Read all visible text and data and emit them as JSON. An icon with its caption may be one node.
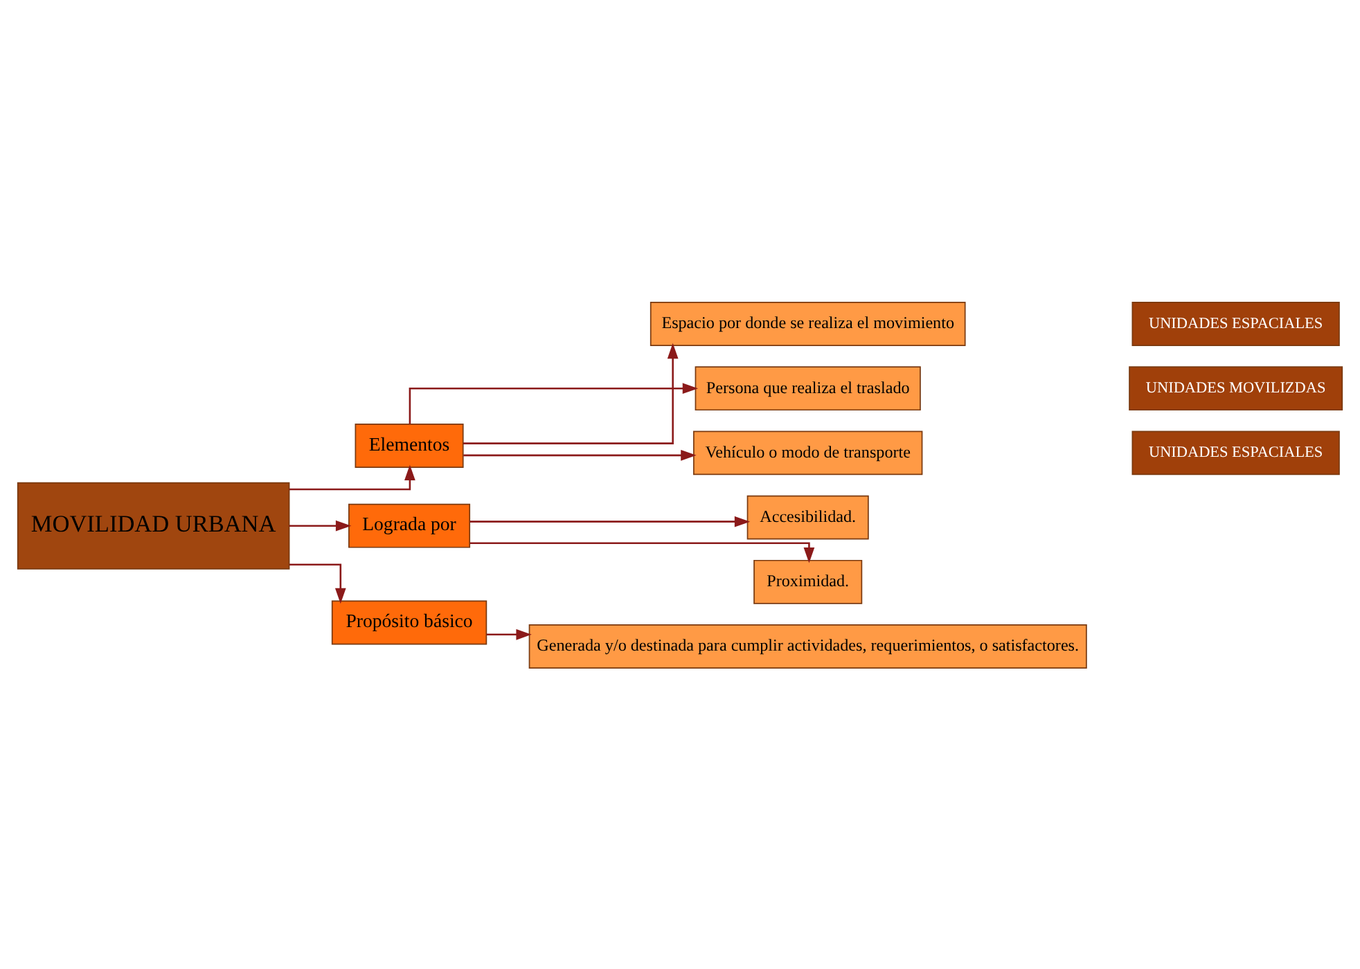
{
  "diagram": {
    "nodes": [
      {
        "text": [
          "MOVILIDAD URBANA"
        ]
      },
      {
        "text": [
          "Elementos"
        ]
      },
      {
        "text": [
          "Lograda por"
        ]
      },
      {
        "text": [
          "Propósito básico"
        ]
      },
      {
        "text": [
          "Espacio por donde se realiza el movimiento"
        ]
      },
      {
        "text": [
          "UNIDADES ESPACIALES"
        ]
      },
      {
        "text": [
          "Persona que realiza el traslado"
        ]
      },
      {
        "text": [
          "UNIDADES MOVILIZDAS"
        ]
      },
      {
        "text": [
          "Vehículo o modo de transporte"
        ]
      },
      {
        "text": [
          "UNIDADES ESPACIALES"
        ]
      },
      {
        "text": [
          "Accesibilidad."
        ]
      },
      {
        "text": [
          "Proximidad."
        ]
      },
      {
        "text": [
          "Generada y/o destinada para cumplir actividades, requerimientos, o satisfactores."
        ]
      }
    ],
    "edges": [
      {
        "from": 0,
        "to": 1,
        "arrow": "to"
      },
      {
        "from": 0,
        "to": 2,
        "arrow": "to"
      },
      {
        "from": 0,
        "to": 3,
        "arrow": "to"
      },
      {
        "from": 1,
        "to": 4,
        "arrow": "to"
      },
      {
        "from": 1,
        "to": 6,
        "arrow": "to"
      },
      {
        "from": 1,
        "to": 8,
        "arrow": "to"
      },
      {
        "from": 2,
        "to": 10,
        "arrow": "to"
      },
      {
        "from": 2,
        "to": 11,
        "arrow": "to"
      },
      {
        "from": 3,
        "to": 12,
        "arrow": "to"
      }
    ]
  }
}
